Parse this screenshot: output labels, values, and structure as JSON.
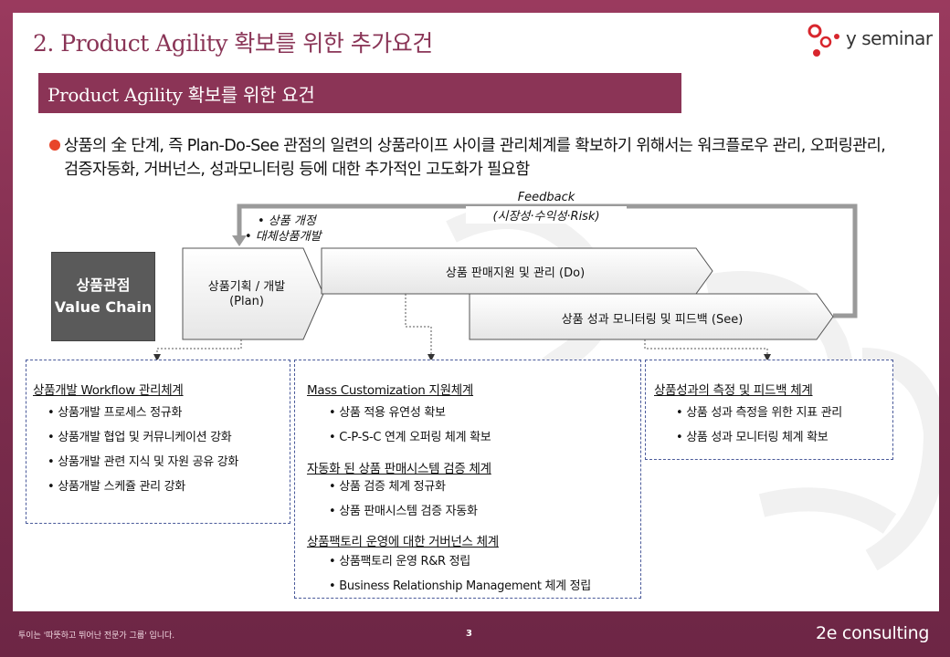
{
  "header": {
    "title": "2. Product Agility 확보를 위한 추가요건",
    "logo_text": "y seminar",
    "colors": {
      "brand": "#8b3456",
      "accent": "#e8452a",
      "frame": "#7d2f4f"
    }
  },
  "banner": {
    "text": "Product  Agility  확보를 위한 요건"
  },
  "intro": {
    "bullet_icon": "red-circle-bullet",
    "text": "상품의 全 단계, 즉 Plan-Do-See 관점의 일련의 상품라이프 사이클 관리체계를 확보하기 위해서는 워크플로우 관리, 오퍼링관리, 검증자동화, 거버넌스, 성과모니터링 등에 대한 추가적인 고도화가 필요함"
  },
  "diagram": {
    "value_chain_line1": "상품관점",
    "value_chain_line2": "Value Chain",
    "plan_line1": "상품기획 / 개발",
    "plan_line2": "(Plan)",
    "do_label": "상품 판매지원 및 관리 (Do)",
    "see_label": "상품 성과 모니터링 및 피드백 (See)",
    "feedback_line1": "Feedback",
    "feedback_line2": "(시장성·수익성·Risk)",
    "loop_note1": "• 상품 개정",
    "loop_note2": "• 대체상품개발"
  },
  "panels": {
    "plan": {
      "title": "상품개발 Workflow 관리체계",
      "items": [
        "• 상품개발 프로세스 정규화",
        "• 상품개발 협업 및 커뮤니케이션 강화",
        "• 상품개발 관련 지식 및 자원 공유 강화",
        "• 상품개발 스케쥴 관리 강화"
      ]
    },
    "do": {
      "sections": [
        {
          "title": "Mass Customization  지원체계",
          "items": [
            "• 상품 적용 유연성 확보",
            "• C-P-S-C 연계 오퍼링 체계 확보"
          ]
        },
        {
          "title": "자동화 된 상품 판매시스템 검증 체계",
          "items": [
            "• 상품 검증 체계 정규화",
            "• 상품 판매시스템 검증 자동화"
          ]
        },
        {
          "title": "상품팩토리 운영에 대한 거버넌스 체계",
          "items": [
            "• 상품팩토리 운영 R&R 정립",
            "• Business Relationship Management 체계 정립"
          ]
        }
      ]
    },
    "see": {
      "title": "상품성과의 측정 및 피드백 체계",
      "items": [
        "• 상품 성과 측정을 위한 지표 관리",
        "• 상품 성과 모니터링 체계 확보"
      ]
    }
  },
  "footer": {
    "tagline": "투이는 '따뜻하고 뛰어난 전문가 그룹' 입니다.",
    "page": "3",
    "logo_text": "2e consulting"
  }
}
